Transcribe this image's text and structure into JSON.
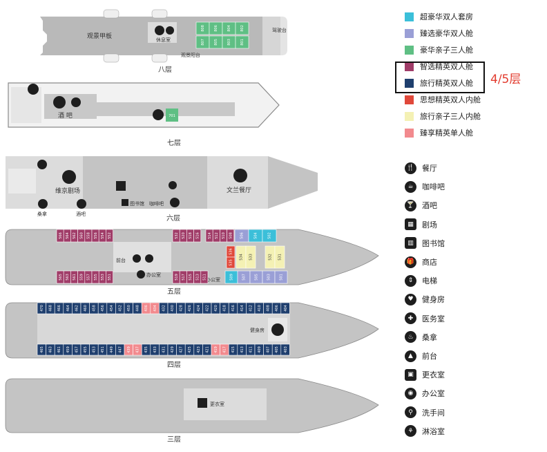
{
  "legend": {
    "items": [
      {
        "label": "超豪华双人套房",
        "color": "#3bbfd9"
      },
      {
        "label": "臻选豪华双人舱",
        "color": "#9a9fd6"
      },
      {
        "label": "豪华亲子三人舱",
        "color": "#5fbf84"
      },
      {
        "label": "智选精英双人舱",
        "color": "#a03c68"
      },
      {
        "label": "旅行精英双人舱",
        "color": "#1f3f6e"
      },
      {
        "label": "思想精英双人内舱",
        "color": "#e0483a"
      },
      {
        "label": "旅行亲子三人内舱",
        "color": "#f4f1b4"
      },
      {
        "label": "臻享精英单人舱",
        "color": "#f28a8e"
      }
    ],
    "highlight_note": "4/5层"
  },
  "facilities": [
    {
      "label": "餐厅",
      "icon": "utensils-icon",
      "glyph": "🍴"
    },
    {
      "label": "咖啡吧",
      "icon": "coffee-cup-icon",
      "glyph": "☕"
    },
    {
      "label": "酒吧",
      "icon": "cocktail-icon",
      "glyph": "🍸"
    },
    {
      "label": "剧场",
      "icon": "theater-icon",
      "glyph": "▦"
    },
    {
      "label": "图书馆",
      "icon": "library-icon",
      "glyph": "▥"
    },
    {
      "label": "商店",
      "icon": "gift-icon",
      "glyph": "🎁"
    },
    {
      "label": "电梯",
      "icon": "elevator-icon",
      "glyph": "⇕"
    },
    {
      "label": "健身房",
      "icon": "heart-icon",
      "glyph": "♥"
    },
    {
      "label": "医务室",
      "icon": "medical-cross-icon",
      "glyph": "✚"
    },
    {
      "label": "桑拿",
      "icon": "sauna-icon",
      "glyph": "♨"
    },
    {
      "label": "前台",
      "icon": "reception-bell-icon",
      "glyph": "▲"
    },
    {
      "label": "更衣室",
      "icon": "locker-room-icon",
      "glyph": "▣"
    },
    {
      "label": "办公室",
      "icon": "wifi-office-icon",
      "glyph": "◉"
    },
    {
      "label": "洗手间",
      "icon": "restroom-icon",
      "glyph": "⚲"
    },
    {
      "label": "淋浴室",
      "icon": "shower-icon",
      "glyph": "⚘"
    }
  ],
  "decks": {
    "d8": {
      "name": "八层",
      "areas": [
        "观景甲板",
        "休息室",
        "观景阳台",
        "驾驶台"
      ],
      "rooms_top": [
        "808",
        "806",
        "804",
        "802"
      ],
      "rooms_bot": [
        "807",
        "805",
        "803",
        "801"
      ]
    },
    "d7": {
      "name": "七层",
      "areas": [
        "酒 吧"
      ],
      "rooms": [
        "701"
      ]
    },
    "d6": {
      "name": "六层",
      "areas": [
        "维京剧场",
        "文兰餐厅",
        "桑拿",
        "酒吧",
        "图书馆",
        "咖啡吧"
      ]
    },
    "d5": {
      "name": "五层",
      "areas": [
        "前台",
        "办公室"
      ],
      "top_a": [
        "566",
        "564",
        "562",
        "560",
        "558",
        "556",
        "554",
        "552"
      ],
      "top_b": [
        "532",
        "520",
        "518",
        "516"
      ],
      "top_c": [
        "514",
        "512",
        "510",
        "508"
      ],
      "top_d": [
        "506",
        "504",
        "502"
      ],
      "bot_a": [
        "565",
        "563",
        "561",
        "559",
        "557",
        "555",
        "553",
        "551"
      ],
      "bot_b": [
        "519",
        "517",
        "515",
        "513",
        "511"
      ],
      "bot_c": [
        "509",
        "507",
        "505",
        "503",
        "501"
      ],
      "inner_red": [
        "536",
        "535"
      ],
      "inner_yellow": [
        "534",
        "533",
        "532",
        "531"
      ]
    },
    "d4": {
      "name": "四层",
      "areas": [
        "健身房"
      ],
      "top": [
        "470",
        "468",
        "466",
        "464",
        "462",
        "460",
        "458",
        "456",
        "454",
        "452",
        "450",
        "448",
        "436",
        "434",
        "432",
        "430",
        "428",
        "426",
        "424",
        "422",
        "420",
        "418",
        "416",
        "414",
        "412",
        "410",
        "408",
        "406",
        "404"
      ],
      "bot": [
        "465",
        "463",
        "461",
        "459",
        "457",
        "455",
        "453",
        "451",
        "449",
        "447",
        "439",
        "437",
        "435",
        "433",
        "431",
        "429",
        "427",
        "425",
        "423",
        "421",
        "419",
        "417",
        "415",
        "413",
        "411",
        "409",
        "407",
        "405",
        "403"
      ]
    },
    "d3": {
      "name": "三层",
      "areas": [
        "更衣室"
      ]
    }
  }
}
